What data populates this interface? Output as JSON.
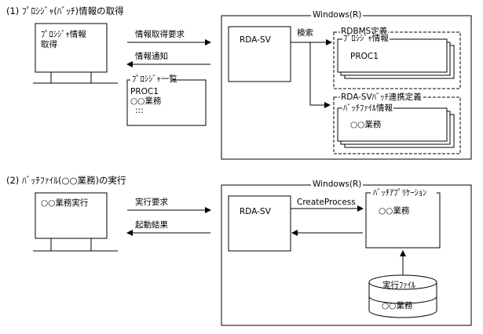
{
  "section1": {
    "heading": "(1) ﾌﾟﾛｼｼﾞｬ(ﾊﾞｯﾁ)情報の取得",
    "client_box": {
      "line1": "ﾌﾟﾛｼｼﾞｬ情報",
      "line2": "取得"
    },
    "request_label": "情報取得要求",
    "notify_label": "情報通知",
    "list_box": {
      "title": "ﾌﾟﾛｼｼﾞｬ一覧",
      "items": [
        "PROC1",
        "○○業務",
        ":::"
      ]
    },
    "server": {
      "window_label": "Windows(R)",
      "rda_label": "RDA-SV",
      "search_label": "検索",
      "rdbms_title": "RDBMS定義",
      "proc_info_title": "ﾌﾟﾛｼｼﾞｬ情報",
      "proc_info_value": "PROC1",
      "batch_def_title": "RDA-SVﾊﾞｯﾁ連携定義",
      "batch_file_title": "ﾊﾞｯﾁﾌｧｲﾙ情報",
      "batch_file_value": "○○業務"
    }
  },
  "section2": {
    "heading": "(2) ﾊﾞｯﾁﾌｧｲﾙ(○○業務)の実行",
    "client_box": {
      "line1": "○○業務実行"
    },
    "exec_request_label": "実行要求",
    "start_result_label": "起動結果",
    "server": {
      "window_label": "Windows(R)",
      "rda_label": "RDA-SV",
      "create_process_label": "CreateProcess",
      "batch_app_title": "ﾊﾞｯﾁｱﾌﾟﾘｹｰｼｮﾝ",
      "batch_app_value": "○○業務",
      "exec_file_title": "実行ﾌｧｲﾙ",
      "exec_file_value": "○○業務"
    }
  }
}
